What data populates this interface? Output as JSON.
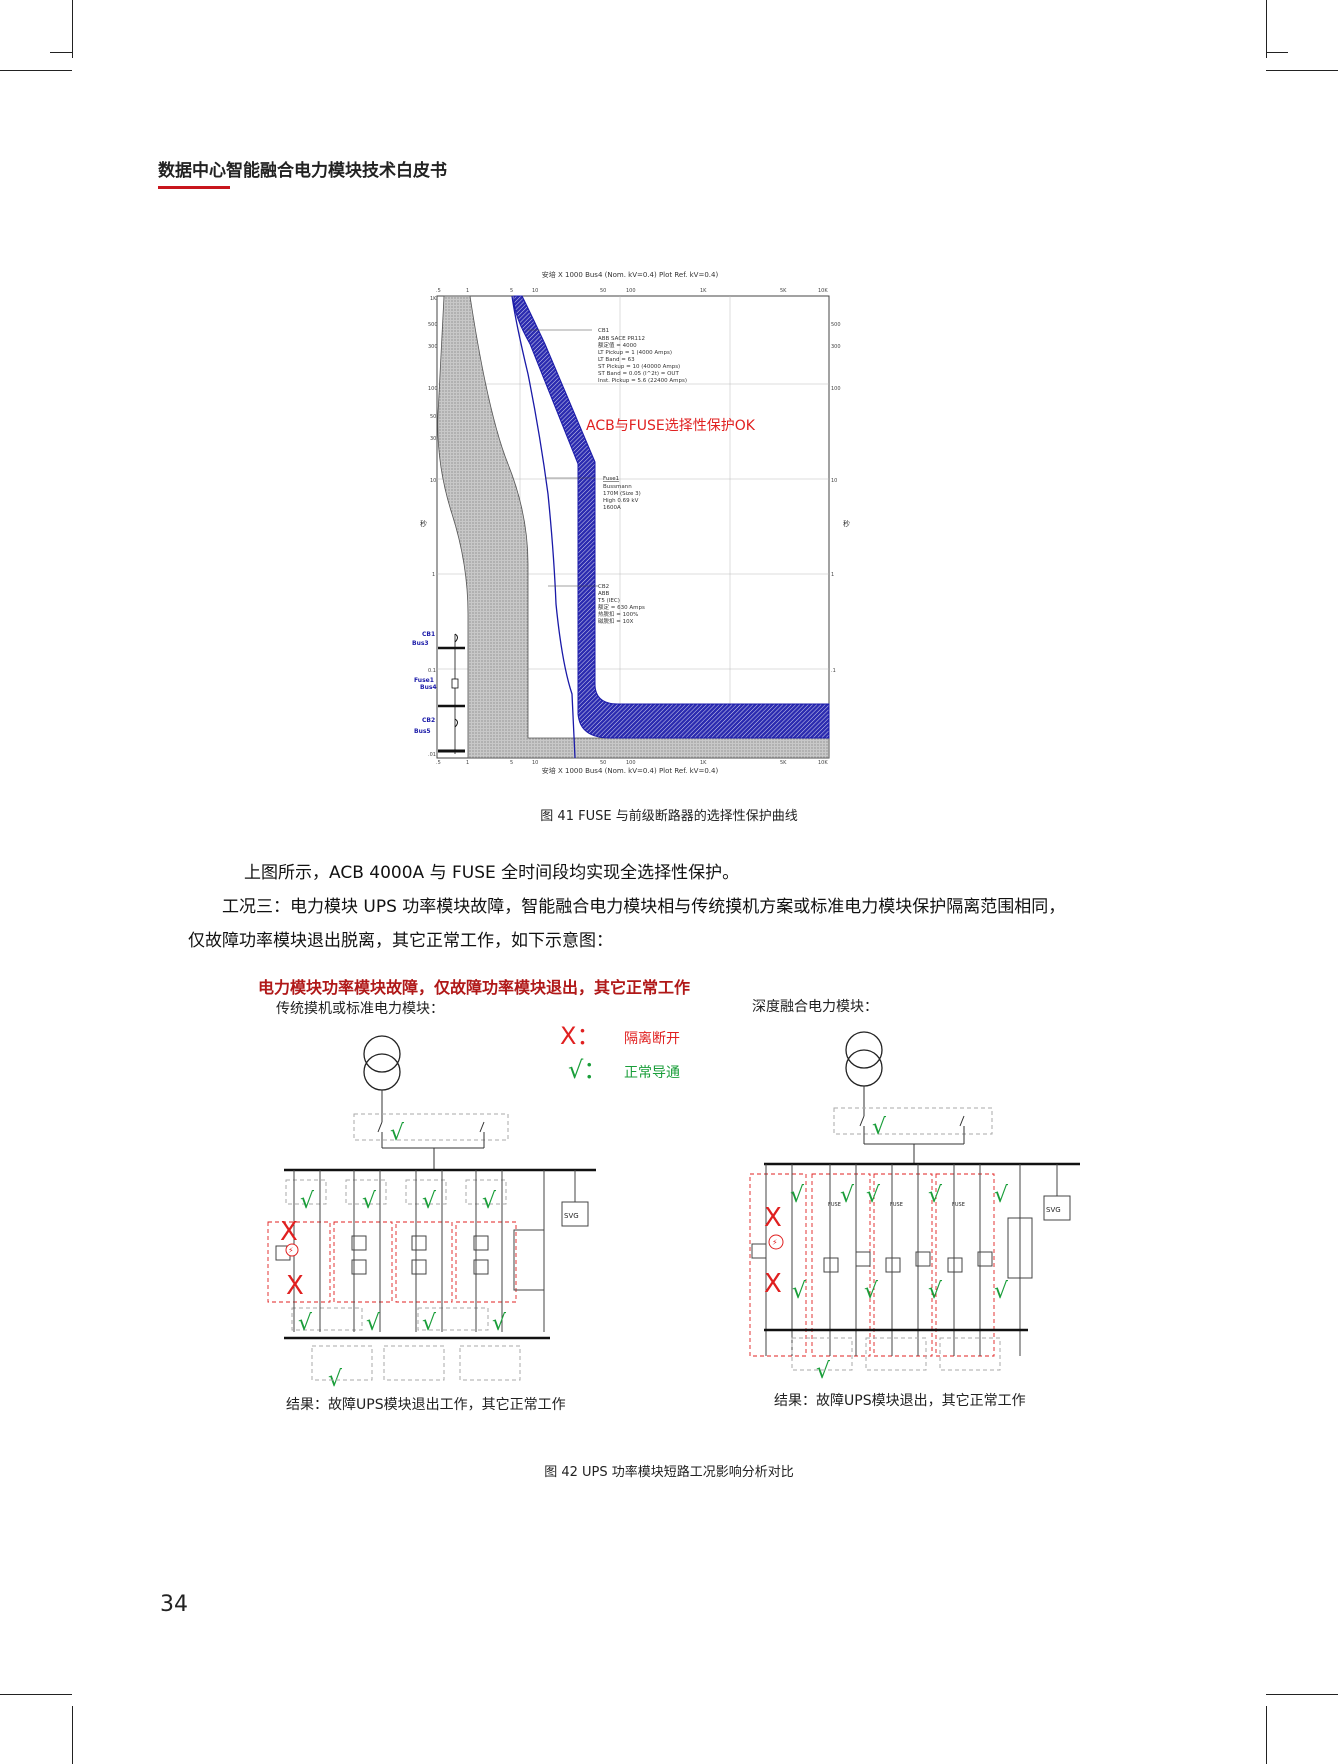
{
  "header": {
    "title": "数据中心智能融合电力模块技术白皮书"
  },
  "figure41": {
    "top_axis_label": "安培 X 1000  Bus4 (Nom. kV=0.4)  Plot Ref. kV=0.4)",
    "bottom_axis_label": "安培 X 1000  Bus4 (Nom. kV=0.4)  Plot Ref. kV=0.4)",
    "y_axis_label_left": "秒",
    "y_axis_label_right": "秒",
    "annotation": "ACB与FUSE选择性保护OK",
    "cb1": {
      "title": "CB1",
      "lines": [
        "ABB  SACE PR112",
        "额定值 = 4000",
        "LT Pickup = 1 (4000 Amps)",
        "LT Band = 63",
        "ST Pickup = 10 (40000 Amps)",
        "ST Band = 0.05  (I^2t) = OUT",
        "Inst. Pickup = 5.6 (22400 Amps)"
      ]
    },
    "fuse1": {
      "title": "Fuse1",
      "lines": [
        "Bussmann",
        "170M (Size 3)",
        "High  0.69 kV",
        "1600A"
      ]
    },
    "cb2": {
      "title": "CB2",
      "lines": [
        "ABB",
        "T5 (IEC)",
        "额定 = 630 Amps",
        "热脱扣 = 100%",
        "磁脱扣 = 10X"
      ]
    },
    "oneline_labels": [
      "CB1",
      "Bus3",
      "Fuse1",
      "Bus4",
      "CB2",
      "Bus5"
    ],
    "caption": "图 41 FUSE 与前级断路器的选择性保护曲线"
  },
  "body": {
    "para1": "上图所示，ACB 4000A 与 FUSE 全时间段均实现全选择性保护。",
    "para2_line1": "工况三：电力模块 UPS 功率模块故障，智能融合电力模块相与传统摸机方案或标准电力模块保护隔离范围相同，",
    "para2_line2": "仅故障功率模块退出脱离，其它正常工作，如下示意图："
  },
  "figure42": {
    "headline": "电力模块功率模块故障，仅故障功率模块退出，其它正常工作",
    "left_title": "传统摸机或标准电力模块：",
    "right_title": "深度融合电力模块：",
    "legend_x_symbol": "X：",
    "legend_x_text": "隔离断开",
    "legend_check_symbol": "√：",
    "legend_check_text": "正常导通",
    "svg_label": "SVG",
    "fuse_label": "FUSE",
    "left_result": "结果：故障UPS模块退出工作，其它正常工作",
    "right_result": "结果：故障UPS模块退出，其它正常工作",
    "caption": "图 42 UPS 功率模块短路工况影响分析对比"
  },
  "page_number": "34",
  "colors": {
    "accent_red": "#c8161d",
    "check_green": "#1a9e3a",
    "curve_blue": "#1a1aa8",
    "fault_red": "#e02020"
  }
}
